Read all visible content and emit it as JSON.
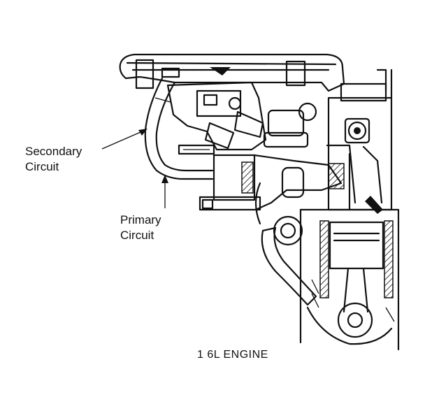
{
  "diagram": {
    "labels": {
      "secondary_line1": "Secondary",
      "secondary_line2": "Circuit",
      "primary_line1": "Primary",
      "primary_line2": "Circuit",
      "caption": "1 6L ENGINE"
    },
    "colors": {
      "ink": "#111111",
      "background": "#ffffff"
    }
  }
}
